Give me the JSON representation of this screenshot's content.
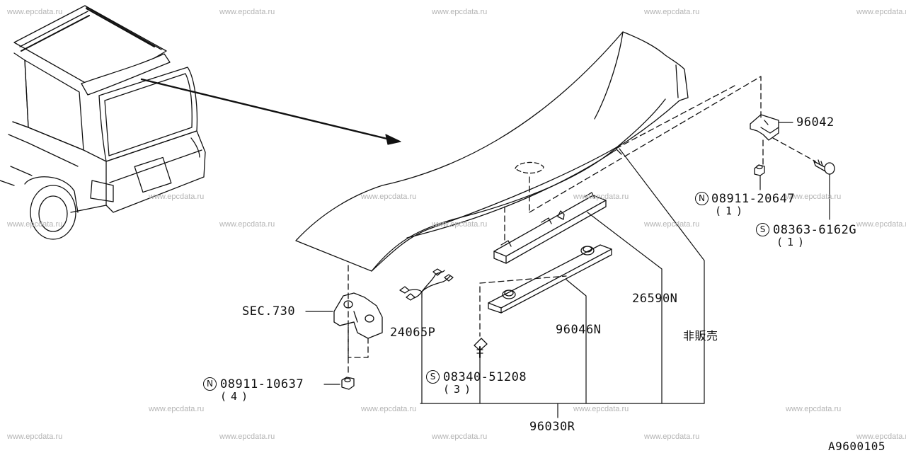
{
  "watermark": "www.epcdata.ru",
  "diagram_code": "A9600105",
  "labels": {
    "p96042": "96042",
    "p08911_20647": "08911-20647",
    "p08911_20647_qty": "(1)",
    "p08363": "08363-6162G",
    "p08363_qty": "(1)",
    "p26590N": "26590N",
    "p96046N": "96046N",
    "p24065P": "24065P",
    "sec730": "SEC.730",
    "p08340": "08340-51208",
    "p08340_qty": "(3)",
    "p08911_10637": "08911-10637",
    "p08911_10637_qty": "(4)",
    "not_for_sale": "非販売",
    "p96030R": "96030R"
  },
  "symbols": {
    "N": "N",
    "S": "S"
  },
  "colors": {
    "line": "#111111",
    "watermark": "#b4b4b4",
    "background": "#ffffff"
  }
}
